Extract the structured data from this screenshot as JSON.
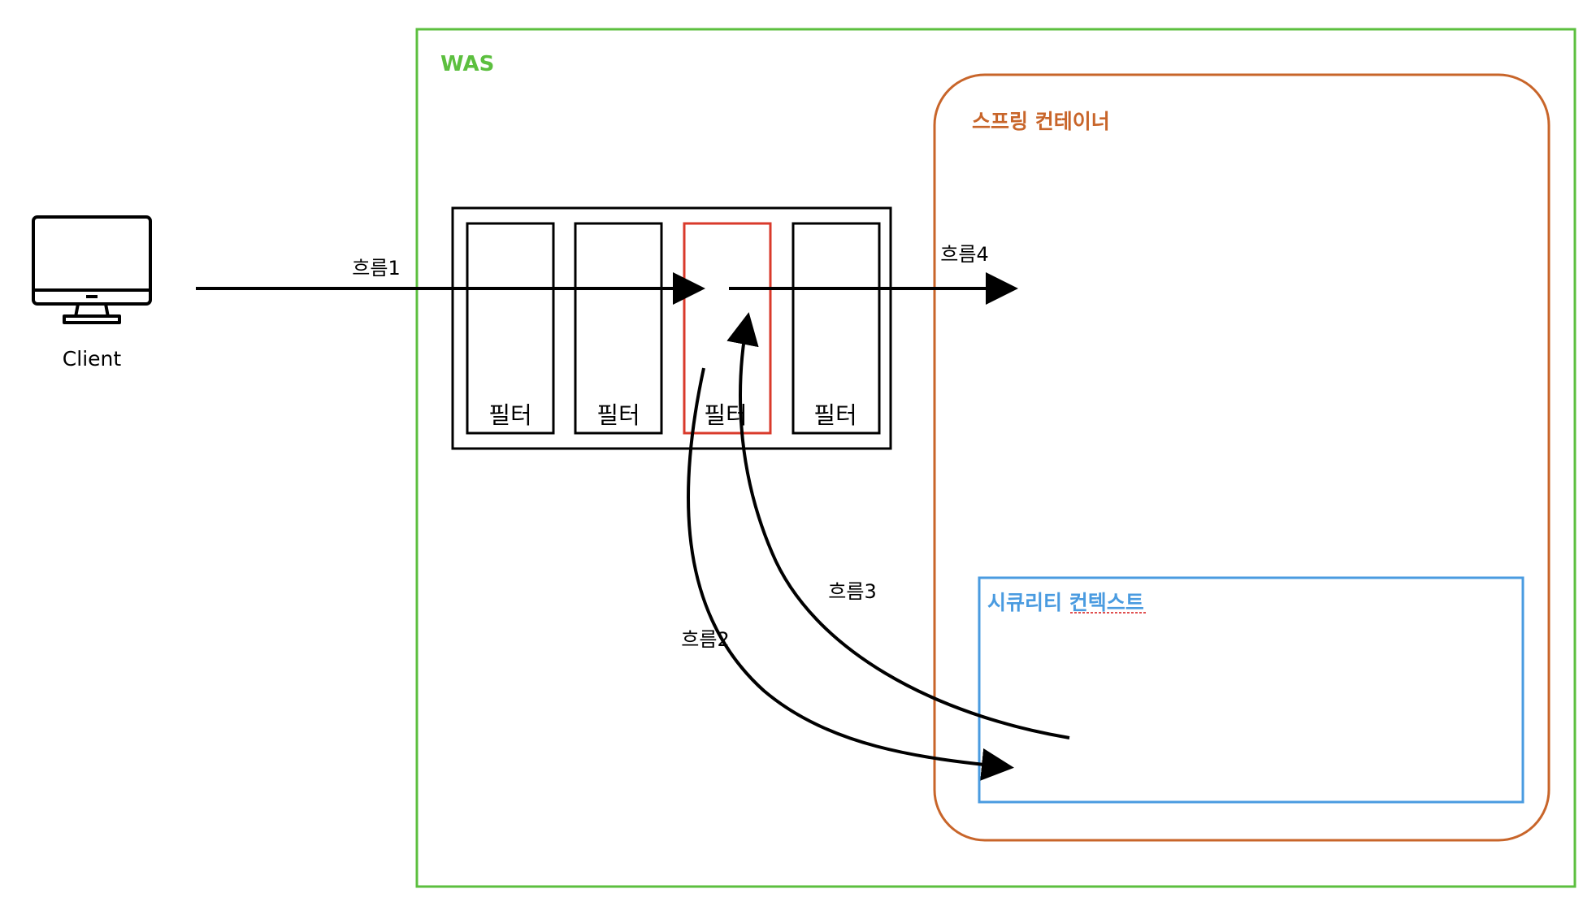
{
  "client": {
    "label": "Client",
    "icon": "monitor-icon"
  },
  "was": {
    "label": "WAS",
    "color": "#5cbf3f"
  },
  "spring_container": {
    "label": "스프링 컨테이너",
    "color": "#c8652a"
  },
  "security_context": {
    "label": "시큐리티 컨텍스트",
    "color": "#4a9be0"
  },
  "filters": [
    {
      "label": "필터",
      "highlight": false
    },
    {
      "label": "필터",
      "highlight": false
    },
    {
      "label": "필터",
      "highlight": true
    },
    {
      "label": "필터",
      "highlight": false
    }
  ],
  "highlight_color": "#d93a2b",
  "flows": {
    "flow1": "흐름1",
    "flow2": "흐름2",
    "flow3": "흐름3",
    "flow4": "흐름4"
  }
}
